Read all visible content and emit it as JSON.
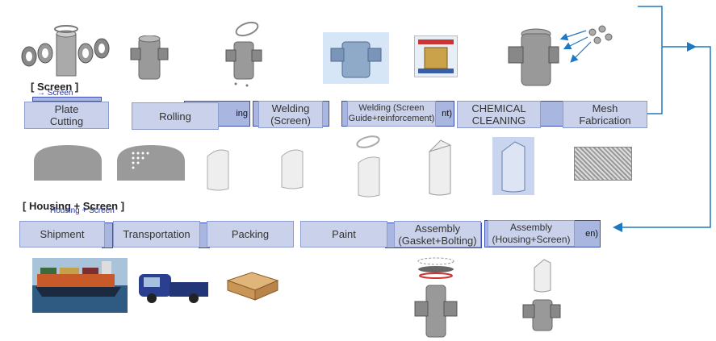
{
  "sections": {
    "screen": "[ Screen ]",
    "screen_sub": "→ Screen",
    "housing_screen": "[ Housing + Screen ]",
    "housing_sub": "Housing + Screen"
  },
  "row1_steps": [
    {
      "label": "Plate\nCutting"
    },
    {
      "label": "Rolling"
    },
    {
      "label": "Welding\n(Screen)"
    },
    {
      "label": "Welding (Screen\nGuide+reinforcement)"
    },
    {
      "label": "CHEMICAL\nCLEANING"
    },
    {
      "label": "Mesh\nFabrication"
    }
  ],
  "row1_hidden": [
    "ing",
    "nt)"
  ],
  "row2_steps": [
    {
      "label": "Shipment"
    },
    {
      "label": "Transportation"
    },
    {
      "label": "Packing"
    },
    {
      "label": "Paint"
    },
    {
      "label": "Assembly\n(Gasket+Bolting)"
    },
    {
      "label": "Assembly\n(Housing+Screen)"
    }
  ],
  "row2_hidden": [
    "en)"
  ],
  "colors": {
    "box_fill": "#c9d2ea",
    "box_border": "#8d9ccd",
    "arrow": "#1f78c1"
  },
  "icons": [
    "gasket-icon",
    "strainer-housing-icon",
    "screen-cylinder-icon",
    "perforated-plate-icon",
    "mesh-icon",
    "ship-icon",
    "truck-icon",
    "crate-icon",
    "washer-balls-icon",
    "cleaning-machine-icon"
  ]
}
